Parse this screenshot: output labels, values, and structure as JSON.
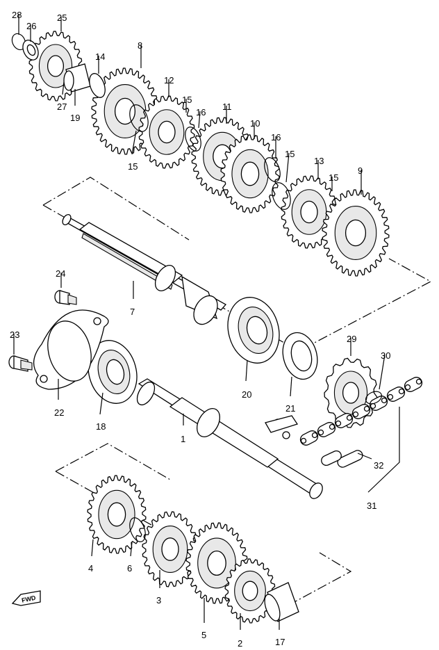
{
  "diagram": {
    "fwd_badge": "FWD",
    "callouts": [
      {
        "id": "28",
        "label": "28"
      },
      {
        "id": "26",
        "label": "26"
      },
      {
        "id": "25",
        "label": "25"
      },
      {
        "id": "27",
        "label": "27"
      },
      {
        "id": "19",
        "label": "19"
      },
      {
        "id": "14",
        "label": "14"
      },
      {
        "id": "8",
        "label": "8"
      },
      {
        "id": "12",
        "label": "12"
      },
      {
        "id": "15a",
        "label": "15"
      },
      {
        "id": "15b",
        "label": "15"
      },
      {
        "id": "16a",
        "label": "16"
      },
      {
        "id": "11",
        "label": "11"
      },
      {
        "id": "10",
        "label": "10"
      },
      {
        "id": "16b",
        "label": "16"
      },
      {
        "id": "15c",
        "label": "15"
      },
      {
        "id": "13",
        "label": "13"
      },
      {
        "id": "15d",
        "label": "15"
      },
      {
        "id": "9",
        "label": "9"
      },
      {
        "id": "24",
        "label": "24"
      },
      {
        "id": "7",
        "label": "7"
      },
      {
        "id": "23",
        "label": "23"
      },
      {
        "id": "22",
        "label": "22"
      },
      {
        "id": "18",
        "label": "18"
      },
      {
        "id": "20",
        "label": "20"
      },
      {
        "id": "21",
        "label": "21"
      },
      {
        "id": "29",
        "label": "29"
      },
      {
        "id": "30",
        "label": "30"
      },
      {
        "id": "1",
        "label": "1"
      },
      {
        "id": "32",
        "label": "32"
      },
      {
        "id": "31",
        "label": "31"
      },
      {
        "id": "4",
        "label": "4"
      },
      {
        "id": "6",
        "label": "6"
      },
      {
        "id": "3",
        "label": "3"
      },
      {
        "id": "5",
        "label": "5"
      },
      {
        "id": "2",
        "label": "2"
      },
      {
        "id": "17",
        "label": "17"
      }
    ]
  }
}
